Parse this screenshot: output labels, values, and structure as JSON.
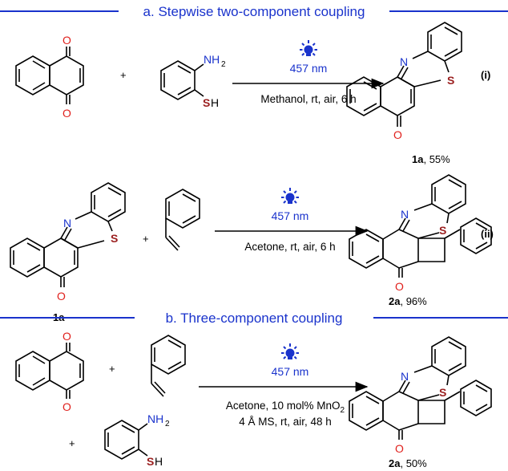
{
  "sections": [
    {
      "title": "a. Stepwise two-component coupling"
    },
    {
      "title": "b. Three-component coupling"
    }
  ],
  "colors": {
    "accent_blue": "#1a33cc",
    "oxygen_red": "#e0201c",
    "sulfur": "#9a1e1e"
  },
  "atoms": {
    "O": "O",
    "N": "N",
    "S": "S",
    "H": "H",
    "sub2": "2",
    "NH": "NH"
  },
  "plus": "+",
  "reactions": [
    {
      "wavelength": "457 nm",
      "conditions": [
        "Methanol, rt, air, 6 h"
      ],
      "tag": "(i)",
      "product_code": "1a",
      "yield": ", 55%"
    },
    {
      "wavelength": "457 nm",
      "conditions": [
        "Acetone, rt, air, 6 h"
      ],
      "tag": "(ii)",
      "reactant_code": "1a",
      "product_code": "2a",
      "yield": ", 96%"
    },
    {
      "wavelength": "457 nm",
      "conditions": [
        "Acetone, 10 mol% MnO",
        "4 Å MS, rt, air, 48 h"
      ],
      "product_code": "2a",
      "yield": ", 50%"
    }
  ]
}
